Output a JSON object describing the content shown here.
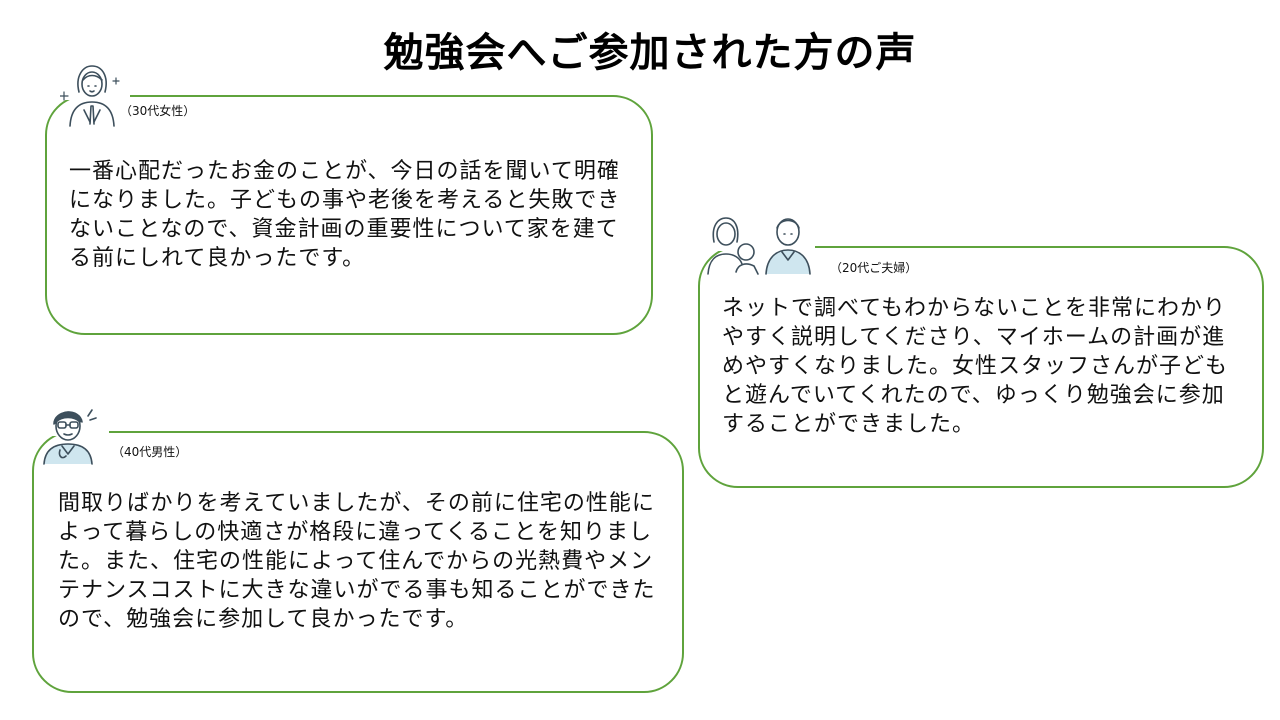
{
  "title": "勉強会へご参加された方の声",
  "testimonials": [
    {
      "label": "（30代女性）",
      "text": "一番心配だったお金のことが、今日の話を聞いて明確になりました。子どもの事や老後を考えると失敗できないことなので、資金計画の重要性について家を建てる前にしれて良かったです。",
      "avatar": "woman-praying-icon"
    },
    {
      "label": "（20代ご夫婦）",
      "text": "ネットで調べてもわからないことを非常にわかりやすく説明してくださり、マイホームの計画が進めやすくなりました。女性スタッフさんが子どもと遊んでいてくれたので、ゆっくり勉強会に参加することができました。",
      "avatar": "couple-with-child-icon"
    },
    {
      "label": "（40代男性）",
      "text": "間取りばかりを考えていましたが、その前に住宅の性能によって暮らしの快適さが格段に違ってくることを知りました。また、住宅の性能によって住んでからの光熱費やメンテナンスコストに大きな違いがでる事も知ることができたので、勉強会に参加して良かったです。",
      "avatar": "man-with-glasses-icon"
    }
  ],
  "colors": {
    "border": "#5fa33c",
    "avatar_line": "#3d4f5c",
    "avatar_accent": "#cfe6ef"
  }
}
